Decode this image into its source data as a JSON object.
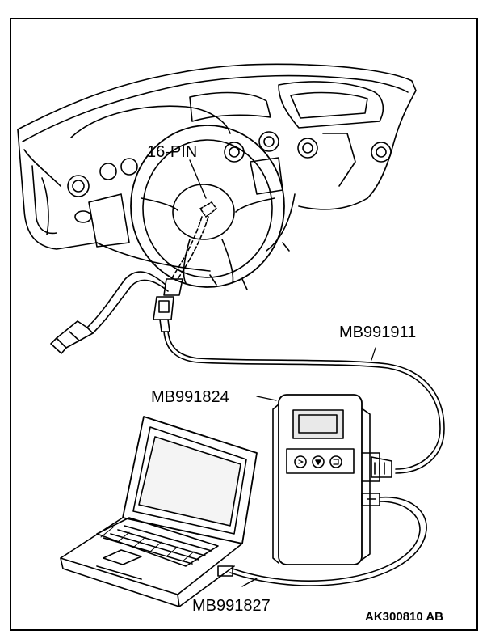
{
  "labels": {
    "connector": "16-PIN",
    "cable_main": "MB991911",
    "vci_unit": "MB991824",
    "usb_cable": "MB991827",
    "figure_code": "AK300810 AB"
  },
  "colors": {
    "line": "#000000",
    "background": "#ffffff",
    "screen_fill": "#e9e9e9"
  }
}
